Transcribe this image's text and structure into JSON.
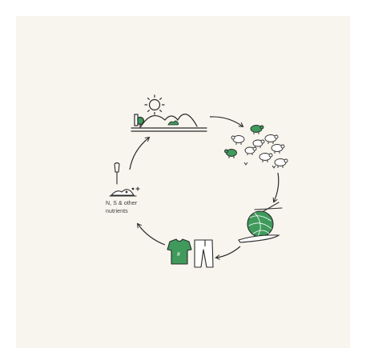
{
  "diagram": {
    "stages": [
      {
        "id": "pasture",
        "icon": "pasture-with-sun-icon"
      },
      {
        "id": "sheep",
        "icon": "sheep-flock-icon"
      },
      {
        "id": "yarn",
        "icon": "yarn-ball-icon"
      },
      {
        "id": "garments",
        "icon": "garments-icon"
      },
      {
        "id": "soil",
        "icon": "soil-nutrients-icon",
        "label_line1": "N, S & other",
        "label_line2": "nutrients"
      }
    ],
    "colors": {
      "background": "#f8f5ee",
      "ink": "#2b2b2b",
      "accent_green": "#3f9a5c"
    }
  }
}
